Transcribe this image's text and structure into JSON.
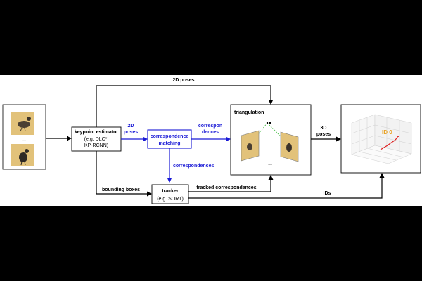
{
  "diagram": {
    "input_ellipsis": "...",
    "keypoint_estimator": {
      "title": "keypoint estimator",
      "line2": "(e.g. DLC*,",
      "line3": "KP-RCNN)"
    },
    "correspondence_matching": {
      "line1": "correspondence",
      "line2": "matching"
    },
    "tracker": {
      "title": "tracker",
      "subtitle": "(e.g. SORT)"
    },
    "triangulation": {
      "title": "triangulation",
      "ellipsis": "..."
    },
    "output_plot": {
      "label": "ID 0"
    },
    "edge_labels": {
      "poses_2d_top": "2D poses",
      "poses_2d_line1": "2D",
      "poses_2d_line2": "poses",
      "correspondences_line1": "correspon",
      "correspondences_line2": "dences",
      "correspondences": "correspondences",
      "bounding_boxes": "bounding boxes",
      "tracked_correspondences": "tracked correspondences",
      "poses_3d_line1": "3D",
      "poses_3d_line2": "poses",
      "ids": "IDs"
    },
    "colors": {
      "accent_blue": "#1a1ad6",
      "id_label": "#e8a020",
      "trajectory": "#e02020",
      "triangulation_rays": "#28b428",
      "photo_bg": "#e2c27a"
    }
  }
}
